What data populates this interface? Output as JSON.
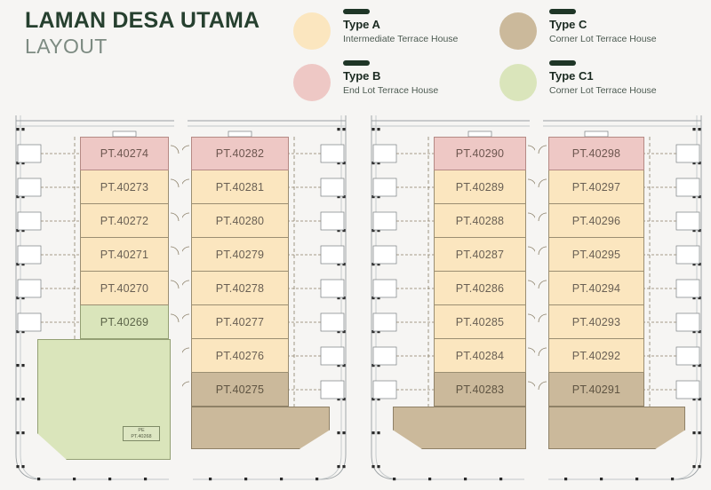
{
  "header": {
    "title_main": "LAMAN DESA UTAMA",
    "title_sub": "LAYOUT"
  },
  "legend": {
    "items": [
      {
        "type": "Type A",
        "desc": "Intermediate Terrace House",
        "color": "#fbe6bf"
      },
      {
        "type": "Type B",
        "desc": "End Lot Terrace House",
        "color": "#eec8c5"
      },
      {
        "type": "Type C",
        "desc": "Corner Lot Terrace House",
        "color": "#cbb99b"
      },
      {
        "type": "Type C1",
        "desc": "Corner Lot Terrace House",
        "color": "#dae5bb"
      }
    ]
  },
  "plan": {
    "blocks": [
      {
        "name": "block-1",
        "lots": [
          {
            "label": "PT.40274",
            "type": "B"
          },
          {
            "label": "PT.40273",
            "type": "A"
          },
          {
            "label": "PT.40272",
            "type": "A"
          },
          {
            "label": "PT.40271",
            "type": "A"
          },
          {
            "label": "PT.40270",
            "type": "A"
          },
          {
            "label": "PT.40269",
            "type": "C1"
          }
        ],
        "parcel": {
          "line1": "PE",
          "line2": "PT.40268"
        }
      },
      {
        "name": "block-2",
        "lots": [
          {
            "label": "PT.40282",
            "type": "B"
          },
          {
            "label": "PT.40281",
            "type": "A"
          },
          {
            "label": "PT.40280",
            "type": "A"
          },
          {
            "label": "PT.40279",
            "type": "A"
          },
          {
            "label": "PT.40278",
            "type": "A"
          },
          {
            "label": "PT.40277",
            "type": "A"
          },
          {
            "label": "PT.40276",
            "type": "A"
          },
          {
            "label": "PT.40275",
            "type": "C"
          }
        ]
      },
      {
        "name": "block-3",
        "lots": [
          {
            "label": "PT.40290",
            "type": "B"
          },
          {
            "label": "PT.40289",
            "type": "A"
          },
          {
            "label": "PT.40288",
            "type": "A"
          },
          {
            "label": "PT.40287",
            "type": "A"
          },
          {
            "label": "PT.40286",
            "type": "A"
          },
          {
            "label": "PT.40285",
            "type": "A"
          },
          {
            "label": "PT.40284",
            "type": "A"
          },
          {
            "label": "PT.40283",
            "type": "C"
          }
        ]
      },
      {
        "name": "block-4",
        "lots": [
          {
            "label": "PT.40298",
            "type": "B"
          },
          {
            "label": "PT.40297",
            "type": "A"
          },
          {
            "label": "PT.40296",
            "type": "A"
          },
          {
            "label": "PT.40295",
            "type": "A"
          },
          {
            "label": "PT.40294",
            "type": "A"
          },
          {
            "label": "PT.40293",
            "type": "A"
          },
          {
            "label": "PT.40292",
            "type": "A"
          },
          {
            "label": "PT.40291",
            "type": "C"
          }
        ]
      }
    ]
  }
}
